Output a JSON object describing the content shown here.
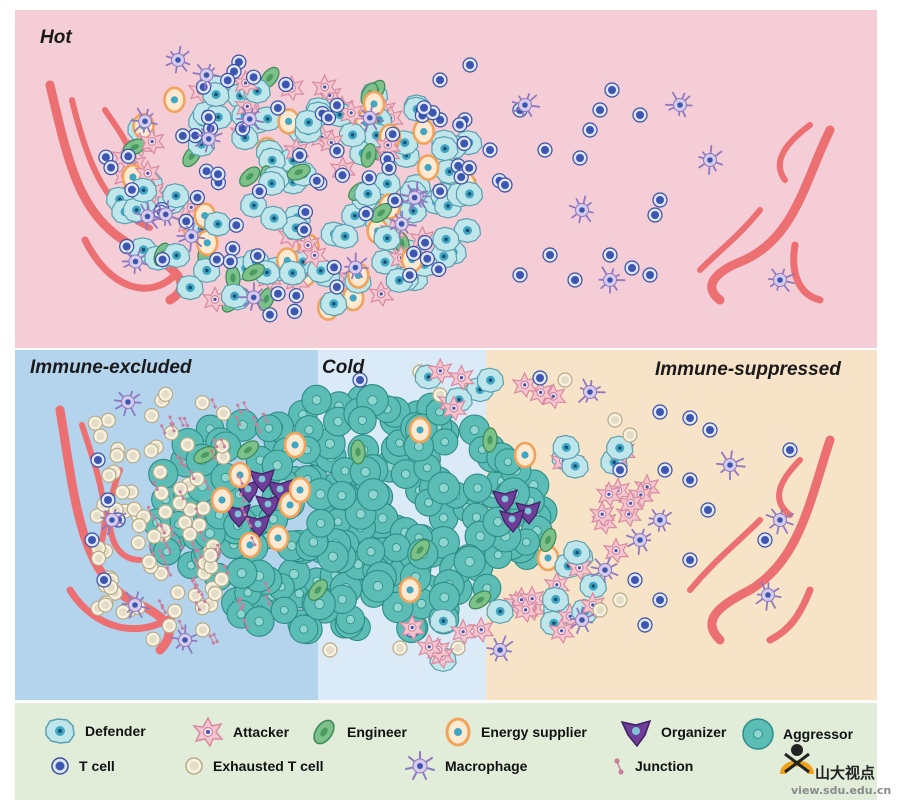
{
  "panels": {
    "hot": {
      "title": "Hot"
    },
    "excluded": {
      "title": "Immune-excluded"
    },
    "cold": {
      "title": "Cold"
    },
    "suppressed": {
      "title": "Immune-suppressed"
    }
  },
  "legend": [
    {
      "key": "defender",
      "label": "Defender",
      "icon": "defender-cell-icon",
      "color": "#bfe6ea"
    },
    {
      "key": "attacker",
      "label": "Attacker",
      "icon": "attacker-cell-icon",
      "color": "#f3c5cf"
    },
    {
      "key": "engineer",
      "label": "Engineer",
      "icon": "engineer-cell-icon",
      "color": "#7cc08a"
    },
    {
      "key": "energy",
      "label": "Energy supplier",
      "icon": "energy-supplier-cell-icon",
      "color": "#f2b577"
    },
    {
      "key": "organizer",
      "label": "Organizer",
      "icon": "organizer-cell-icon",
      "color": "#6e3f98"
    },
    {
      "key": "aggressor",
      "label": "Aggressor",
      "icon": "aggressor-cell-icon",
      "color": "#5cbcb6"
    },
    {
      "key": "tcell",
      "label": "T cell",
      "icon": "t-cell-icon",
      "color": "#3d56b0"
    },
    {
      "key": "exhausted",
      "label": "Exhausted T cell",
      "icon": "exhausted-t-cell-icon",
      "color": "#e4dcc4"
    },
    {
      "key": "macrophage",
      "label": "Macrophage",
      "icon": "macrophage-icon",
      "color": "#b8a6d8"
    },
    {
      "key": "junction",
      "label": "Junction",
      "icon": "junction-icon",
      "color": "#c97f9c"
    }
  ],
  "watermark": {
    "brand": "山大视点",
    "url": "view.sdu.edu.cn"
  }
}
